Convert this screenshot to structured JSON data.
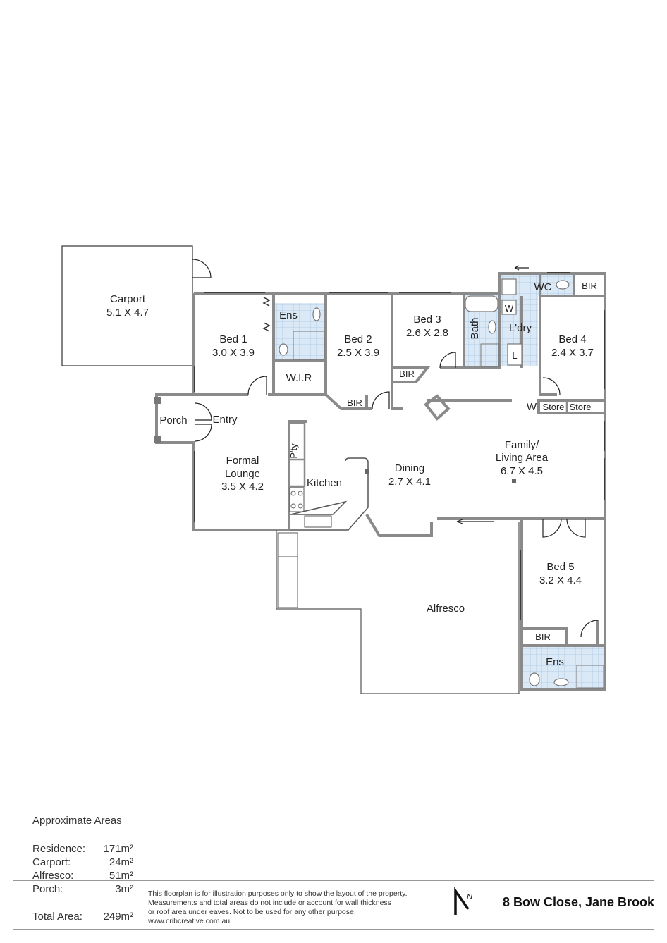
{
  "rooms": {
    "carport": {
      "name": "Carport",
      "dims": "5.1 X 4.7"
    },
    "bed1": {
      "name": "Bed 1",
      "dims": "3.0 X 3.9"
    },
    "ens1": {
      "name": "Ens"
    },
    "wir": {
      "name": "W.I.R"
    },
    "bed2": {
      "name": "Bed 2",
      "dims": "2.5 X 3.9"
    },
    "bed3": {
      "name": "Bed 3",
      "dims": "2.6 X 2.8"
    },
    "bath": {
      "name": "Bath"
    },
    "laundry": {
      "name": "L'dry"
    },
    "wc": {
      "name": "WC"
    },
    "bir4": {
      "name": "BIR"
    },
    "bed4": {
      "name": "Bed 4",
      "dims": "2.4 X 3.7"
    },
    "bir3": {
      "name": "BIR"
    },
    "bir2": {
      "name": "BIR"
    },
    "store1": {
      "name": "Store"
    },
    "store2": {
      "name": "Store"
    },
    "w_label": {
      "name": "W"
    },
    "porch": {
      "name": "Porch"
    },
    "entry": {
      "name": "Entry"
    },
    "pantry": {
      "name": "P'ty"
    },
    "formal_lounge": {
      "name": "Formal\nLounge",
      "line1": "Formal",
      "line2": "Lounge",
      "dims": "3.5 X 4.2"
    },
    "kitchen": {
      "name": "Kitchen"
    },
    "dining": {
      "name": "Dining",
      "dims": "2.7 X 4.1"
    },
    "family": {
      "line1": "Family/",
      "line2": "Living Area",
      "dims": "6.7 X 4.5"
    },
    "alfresco": {
      "name": "Alfresco"
    },
    "bed5": {
      "name": "Bed 5",
      "dims": "3.2 X 4.4"
    },
    "bir5": {
      "name": "BIR"
    },
    "ens5": {
      "name": "Ens"
    },
    "laundry_w": {
      "name": "W"
    },
    "laundry_l": {
      "name": "L"
    }
  },
  "areas": {
    "heading": "Approximate Areas",
    "rows": [
      {
        "label": "Residence:",
        "value": "171m²"
      },
      {
        "label": "Carport:",
        "value": "24m²"
      },
      {
        "label": "Alfresco:",
        "value": "51m²"
      },
      {
        "label": "Porch:",
        "value": "3m²"
      }
    ],
    "total": {
      "label": "Total Area:",
      "value": "249m²"
    }
  },
  "disclaimer": [
    "This floorplan is for illustration purposes only to show the layout of the property.",
    "Measurements and total areas do not include or account for wall thickness",
    "or roof area under eaves. Not to be used for any other purpose.",
    "www.cribcreative.com.au"
  ],
  "north_label": "N",
  "address": "8 Bow Close, Jane Brook",
  "colors": {
    "wall": "#8a8a8a",
    "wet_area": "#dbe9f6",
    "text": "#222222"
  }
}
